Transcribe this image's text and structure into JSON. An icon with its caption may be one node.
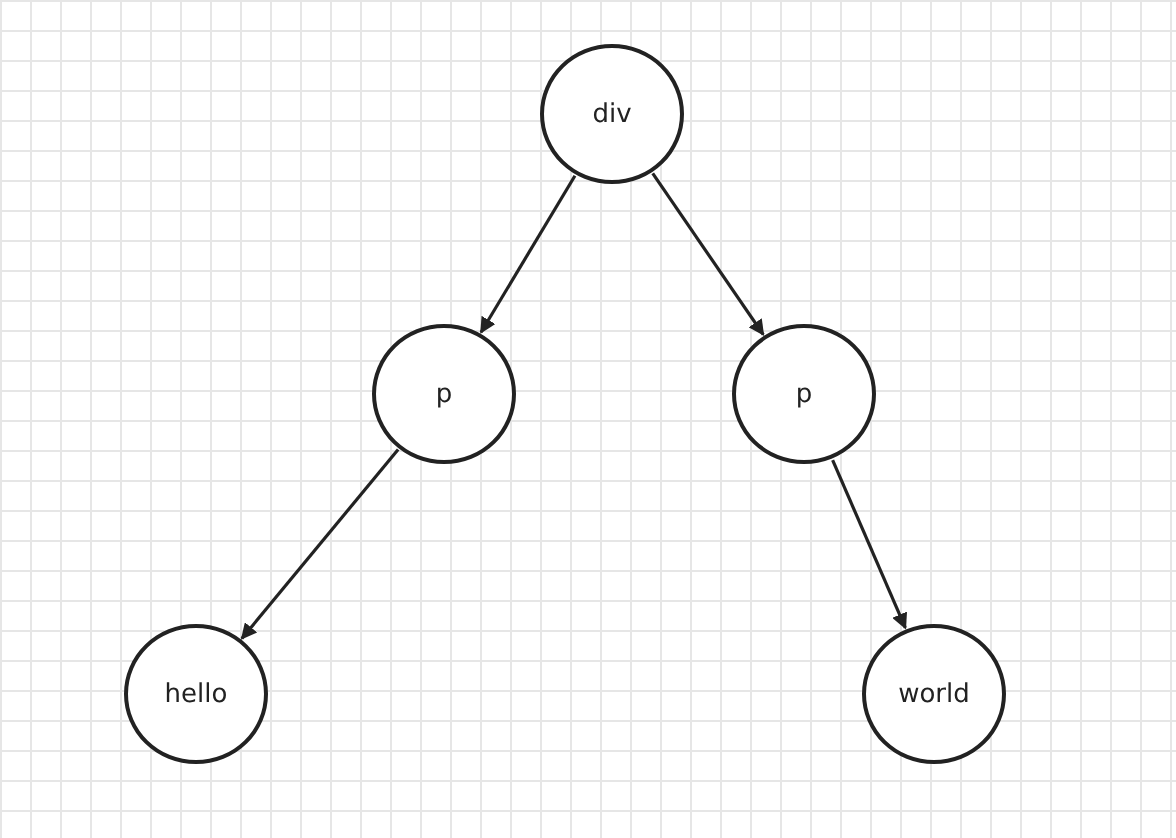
{
  "diagram": {
    "nodes": [
      {
        "text": [
          "div"
        ]
      },
      {
        "text": [
          "p"
        ]
      },
      {
        "text": [
          "p"
        ]
      },
      {
        "text": [
          "hello"
        ]
      },
      {
        "text": [
          "world"
        ]
      }
    ],
    "edges": [
      {
        "from": 0,
        "to": 1,
        "arrow": "to"
      },
      {
        "from": 0,
        "to": 2,
        "arrow": "to"
      },
      {
        "from": 1,
        "to": 3,
        "arrow": "to"
      },
      {
        "from": 2,
        "to": 4,
        "arrow": "to"
      }
    ]
  }
}
